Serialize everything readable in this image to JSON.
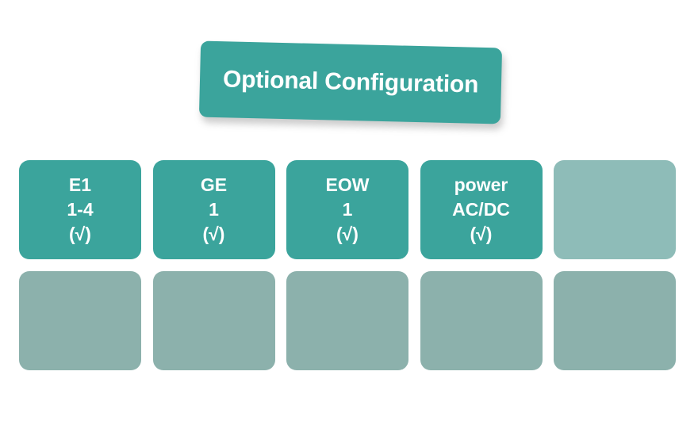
{
  "banner": {
    "title": "Optional Configuration",
    "color": "#3ba49c",
    "text_color": "#ffffff"
  },
  "colors": {
    "background": "#ffffff",
    "card_filled": "#3ba49c",
    "card_empty_row1": "#8ebcb8",
    "card_empty_row2": "#8cb1ac"
  },
  "grid": {
    "columns": 5,
    "rows": [
      {
        "cells": [
          {
            "state": "filled",
            "lines": [
              "E1",
              "1-4",
              "(√)"
            ]
          },
          {
            "state": "filled",
            "lines": [
              "GE",
              "1",
              "(√)"
            ]
          },
          {
            "state": "filled",
            "lines": [
              "EOW",
              "1",
              "(√)"
            ]
          },
          {
            "state": "filled",
            "lines": [
              "power",
              "AC/DC",
              "(√)"
            ]
          },
          {
            "state": "empty",
            "lines": [
              "",
              "",
              ""
            ]
          }
        ]
      },
      {
        "cells": [
          {
            "state": "empty",
            "lines": [
              "",
              "",
              ""
            ]
          },
          {
            "state": "empty",
            "lines": [
              "",
              "",
              ""
            ]
          },
          {
            "state": "empty",
            "lines": [
              "",
              "",
              ""
            ]
          },
          {
            "state": "empty",
            "lines": [
              "",
              "",
              ""
            ]
          },
          {
            "state": "empty",
            "lines": [
              "",
              "",
              ""
            ]
          }
        ]
      }
    ]
  }
}
